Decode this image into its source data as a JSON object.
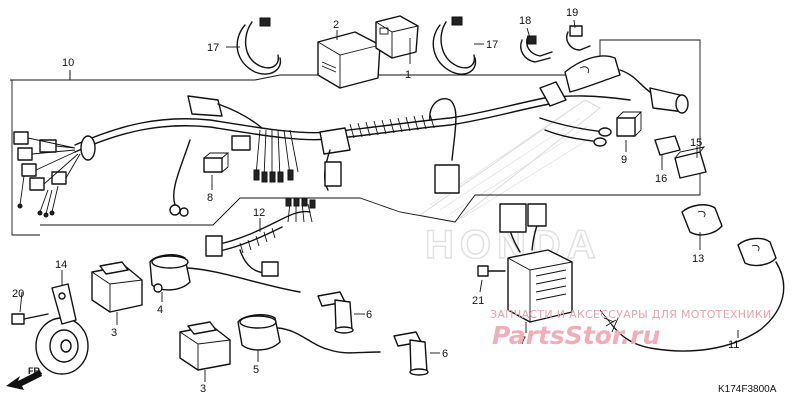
{
  "diagram": {
    "code": "K174F3800A",
    "direction_label": "FR.",
    "watermark": {
      "text": "ЗАПЧАСТИ И АКСЕССУАРЫ ДЛЯ МОТОТЕХНИКИ",
      "logo": "PartsStor.ru",
      "brand_mark": "HONDA"
    },
    "callouts": [
      {
        "id": "1",
        "label": "1"
      },
      {
        "id": "2",
        "label": "2"
      },
      {
        "id": "3a",
        "label": "3"
      },
      {
        "id": "3b",
        "label": "3"
      },
      {
        "id": "4",
        "label": "4"
      },
      {
        "id": "5",
        "label": "5"
      },
      {
        "id": "6a",
        "label": "6"
      },
      {
        "id": "6b",
        "label": "6"
      },
      {
        "id": "7",
        "label": "7"
      },
      {
        "id": "8",
        "label": "8"
      },
      {
        "id": "9",
        "label": "9"
      },
      {
        "id": "10",
        "label": "10"
      },
      {
        "id": "11",
        "label": "11"
      },
      {
        "id": "12",
        "label": "12"
      },
      {
        "id": "13",
        "label": "13"
      },
      {
        "id": "14",
        "label": "14"
      },
      {
        "id": "15",
        "label": "15"
      },
      {
        "id": "16",
        "label": "16"
      },
      {
        "id": "17a",
        "label": "17"
      },
      {
        "id": "17b",
        "label": "17"
      },
      {
        "id": "18",
        "label": "18"
      },
      {
        "id": "19",
        "label": "19"
      },
      {
        "id": "20",
        "label": "20"
      },
      {
        "id": "21",
        "label": "21"
      }
    ]
  }
}
